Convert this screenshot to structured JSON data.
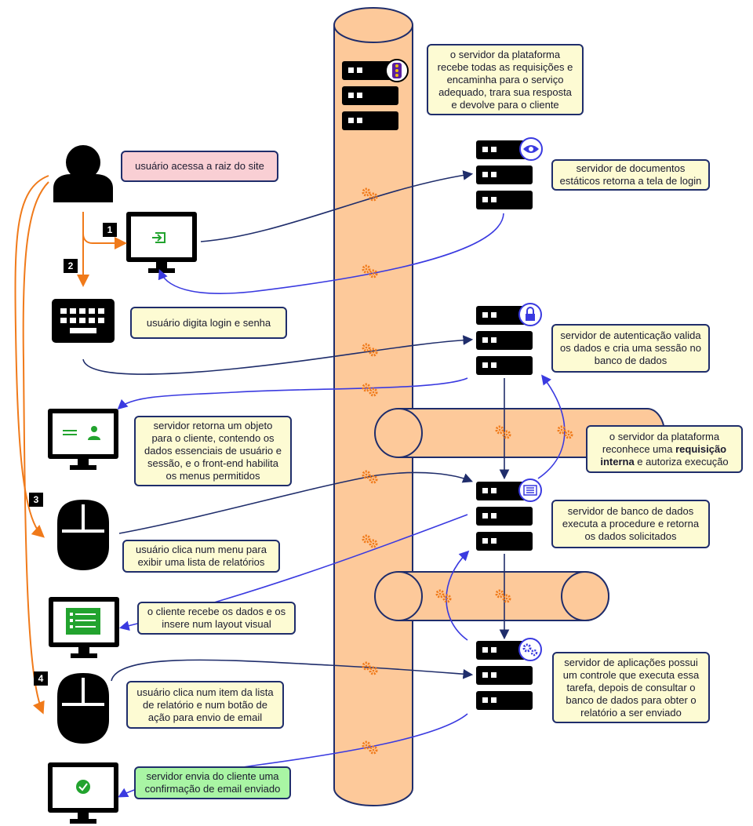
{
  "notes": {
    "platform_server": "o servidor da plataforma recebe todas as requisições e encaminha para o serviço adequado, trara sua resposta e devolve para o cliente",
    "user_access": "usuário acessa a raiz do site",
    "static_server": "servidor de documentos estáticos retorna a tela de login",
    "user_login": "usuário digita login e senha",
    "auth_server": "servidor de autenticação valida os dados e cria uma sessão no banco de dados",
    "server_returns": "servidor retorna um objeto para o cliente, contendo os dados essenciais de usuário e sessão, e o front-end habilita os menus permitidos",
    "internal_req_prefix": "o servidor da plataforma reconhece uma ",
    "internal_req_bold": "requisição interna",
    "internal_req_suffix": " e autoriza execução",
    "db_server": "servidor de banco de dados executa a procedure e retorna os dados solicitados",
    "user_menu": "usuário clica num menu para exibir uma lista de relatórios",
    "client_receives": "o cliente recebe os dados e os insere num layout visual",
    "app_server": "servidor de aplicações possui um controle que executa essa tarefa, depois de consultar o banco de dados para obter o relatório a ser enviado",
    "user_item": "usuário clica num item da lista de relatório e num botão de ação para envio de email",
    "email_sent": "servidor envia do cliente uma confirmação de email enviado"
  },
  "badges": [
    "1",
    "2",
    "3",
    "4"
  ],
  "colors": {
    "pipe_fill": "#fdc99a",
    "pipe_stroke": "#1f2d6b",
    "orange_arrow": "#f07a1a",
    "dark_arrow": "#1f2d6b",
    "blue_arrow": "#3a3ae0",
    "gear": "#f07a1a"
  },
  "icons": [
    "user-icon",
    "monitor-login-icon",
    "keyboard-icon",
    "monitor-user-icon",
    "mouse-icon",
    "monitor-list-icon",
    "monitor-check-icon",
    "server-stack-icon",
    "traffic-light-icon",
    "eye-icon",
    "lock-icon",
    "list-icon",
    "gears-icon"
  ]
}
